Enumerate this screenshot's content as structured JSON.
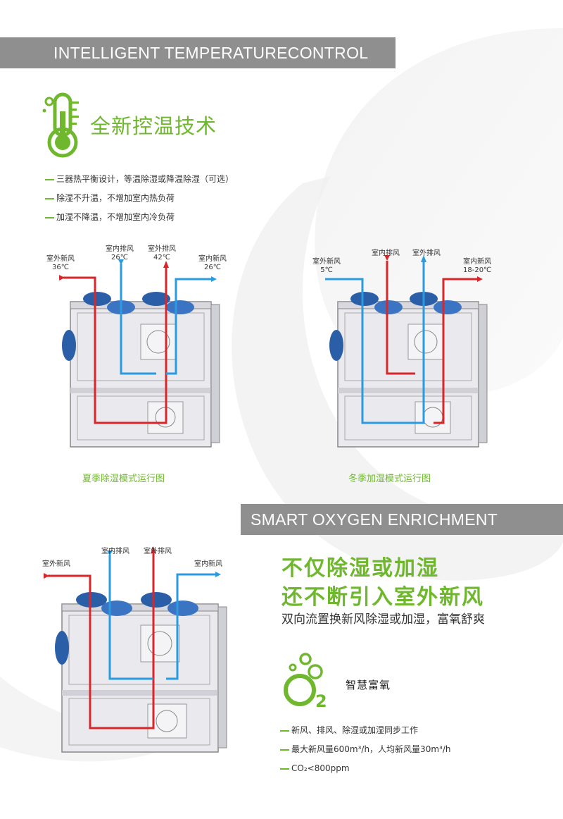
{
  "section1": {
    "banner": "INTELLIGENT TEMPERATURECONTROL",
    "title": "全新控温技术",
    "bullets": [
      "三器热平衡设计，等温除湿或降温除湿（可选）",
      "除湿不升温，不增加室内热负荷",
      "加湿不降温，不增加室内冷负荷"
    ],
    "summer": {
      "labels": [
        {
          "name": "室外新风",
          "temp": "36℃"
        },
        {
          "name": "室内排风",
          "temp": "26℃"
        },
        {
          "name": "室外排风",
          "temp": "42℃"
        },
        {
          "name": "室内新风",
          "temp": "26℃"
        }
      ],
      "caption": "夏季除湿模式运行图"
    },
    "winter": {
      "labels": [
        {
          "name": "室外新风",
          "temp": "5℃"
        },
        {
          "name": "室内排风",
          "temp": ""
        },
        {
          "name": "室外排风",
          "temp": ""
        },
        {
          "name": "室内新风",
          "temp": "18-20℃"
        }
      ],
      "caption": "冬季加湿模式运行图"
    }
  },
  "section2": {
    "banner": "SMART OXYGEN ENRICHMENT",
    "headline1": "不仅除湿或加湿",
    "headline2": "还不断引入室外新风",
    "subtitle": "双向流置换新风除湿或加湿，富氧舒爽",
    "diagram": {
      "labels": [
        "室外新风",
        "室内排风",
        "室外排风",
        "室内新风"
      ]
    },
    "oxygen_title": "智慧富氧",
    "bullets": [
      "新风、排风、除湿或加湿同步工作",
      "最大新风量600m³/h，人均新风量30m³/h",
      "CO₂<800ppm"
    ]
  },
  "colors": {
    "accent_green": "#6fb82e",
    "banner_gray": "#8f8f8f",
    "hot_red": "#d7272a",
    "cold_blue": "#2a9be0"
  },
  "icons": [
    "thermometer-icon",
    "oxygen-o2-icon"
  ]
}
